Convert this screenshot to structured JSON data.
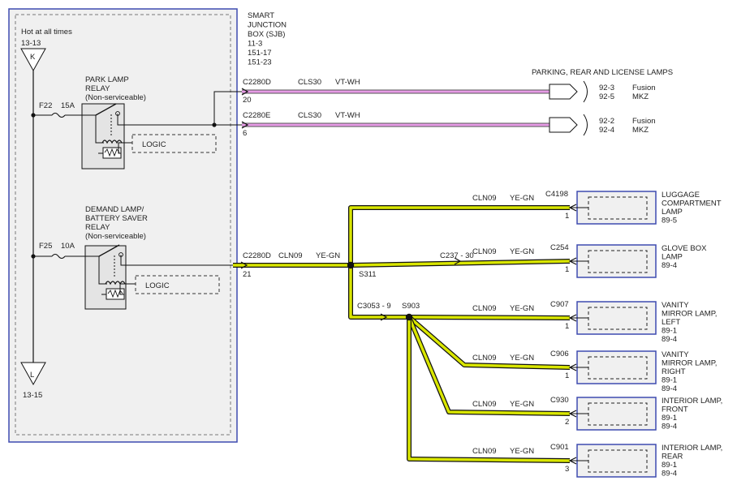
{
  "sjb": {
    "name_lines": [
      "SMART",
      "JUNCTION",
      "BOX (SJB)",
      "11-3",
      "151-17",
      "151-23"
    ],
    "hot_label": "Hot at all times",
    "top_ref": "13-13",
    "top_terminal": "K",
    "bottom_ref": "13-15",
    "bottom_terminal": "L",
    "logic_label": "LOGIC"
  },
  "relay1": {
    "lines": [
      "PARK LAMP",
      "RELAY",
      "(Non-serviceable)"
    ],
    "fuse_id": "F22",
    "fuse_rating": "15A"
  },
  "relay2": {
    "lines": [
      "DEMAND LAMP/",
      "BATTERY SAVER",
      "RELAY",
      "(Non-serviceable)"
    ],
    "fuse_id": "F25",
    "fuse_rating": "10A"
  },
  "park_circuits": [
    {
      "connector": "C2280D",
      "pin": "20",
      "circuit": "CLS30",
      "color": "VT-WH"
    },
    {
      "connector": "C2280E",
      "pin": "6",
      "circuit": "CLS30",
      "color": "VT-WH"
    }
  ],
  "parking_lamps": {
    "title": "PARKING, REAR AND LICENSE LAMPS",
    "refs": [
      [
        {
          "page": "92-3",
          "model": "Fusion"
        },
        {
          "page": "92-5",
          "model": "MKZ"
        }
      ],
      [
        {
          "page": "92-2",
          "model": "Fusion"
        },
        {
          "page": "92-4",
          "model": "MKZ"
        }
      ]
    ]
  },
  "demand_circuit": {
    "connector": "C2280D",
    "pin": "21",
    "circuit": "CLN09",
    "color": "YE-GN",
    "splice_1": "S311",
    "splice_2": "S903",
    "inline_connector_1": "C237 - 30",
    "inline_connector_2": "C3053 - 9"
  },
  "loads": [
    {
      "connector": "C4198",
      "pin": "1",
      "circuit": "CLN09",
      "color": "YE-GN",
      "name_lines": [
        "LUGGAGE",
        "COMPARTMENT",
        "LAMP",
        "89-5"
      ]
    },
    {
      "connector": "C254",
      "pin": "1",
      "circuit": "CLN09",
      "color": "YE-GN",
      "name_lines": [
        "GLOVE BOX",
        "LAMP",
        "89-4"
      ]
    },
    {
      "connector": "C907",
      "pin": "1",
      "circuit": "CLN09",
      "color": "YE-GN",
      "name_lines": [
        "VANITY",
        "MIRROR LAMP,",
        "LEFT",
        "89-1",
        "89-4"
      ]
    },
    {
      "connector": "C906",
      "pin": "1",
      "circuit": "CLN09",
      "color": "YE-GN",
      "name_lines": [
        "VANITY",
        "MIRROR LAMP,",
        "RIGHT",
        "89-1",
        "89-4"
      ]
    },
    {
      "connector": "C930",
      "pin": "2",
      "circuit": "CLN09",
      "color": "YE-GN",
      "name_lines": [
        "INTERIOR LAMP,",
        "FRONT",
        "89-1",
        "89-4"
      ]
    },
    {
      "connector": "C901",
      "pin": "3",
      "circuit": "CLN09",
      "color": "YE-GN",
      "name_lines": [
        "INTERIOR LAMP,",
        "REAR",
        "89-1",
        "89-4"
      ]
    }
  ],
  "colors": {
    "violet_white_wire": "#e79be6",
    "yellow_green_wire": "#d9e600",
    "module_border": "#3e4bb0",
    "module_fill": "#f0f0f0",
    "line": "#111111"
  }
}
